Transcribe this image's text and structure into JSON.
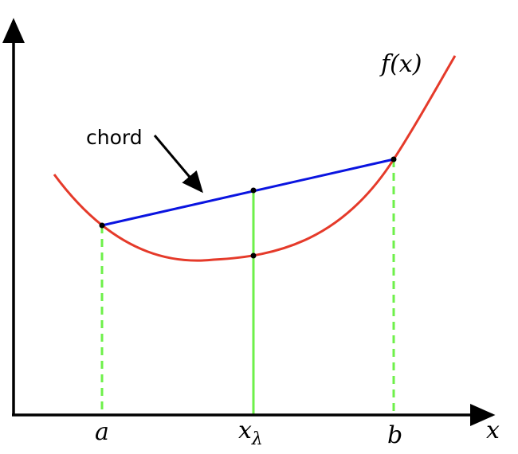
{
  "labels": {
    "function_label": "f(x)",
    "chord_label": "chord",
    "x_axis_label": "x",
    "tick_a": "a",
    "tick_x": "x",
    "tick_lambda": "λ",
    "tick_b": "b"
  },
  "colors": {
    "curve": "#e53a2a",
    "chord": "#0a14e0",
    "guide": "#6ef04a",
    "axis": "#000000"
  }
}
